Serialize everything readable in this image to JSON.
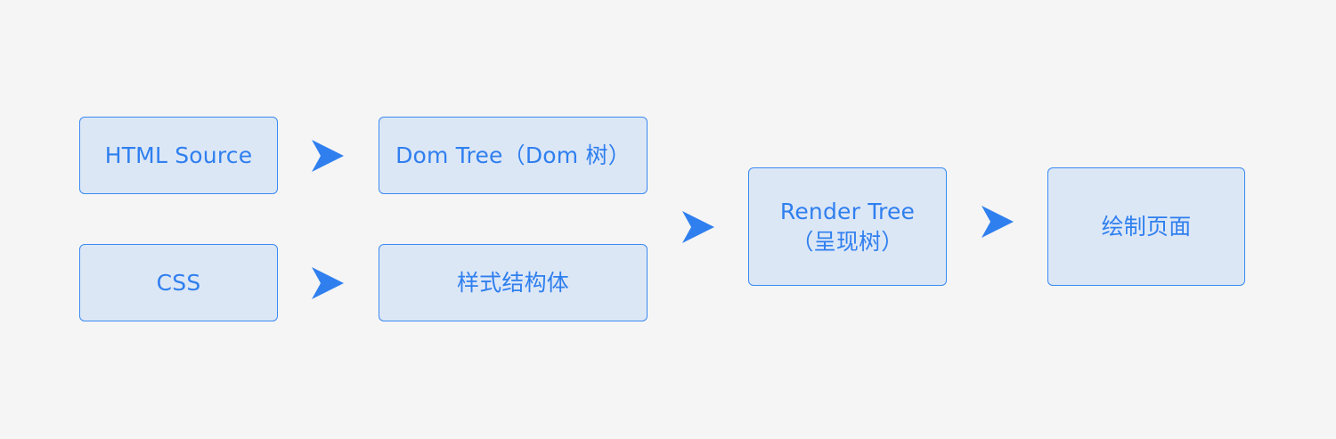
{
  "nodes": {
    "html_source": "HTML Source",
    "css": "CSS",
    "dom_tree": "Dom Tree（Dom 树）",
    "style_struct": "样式结构体",
    "render_tree_line1": "Render Tree",
    "render_tree_line2": "（呈现树）",
    "paint_page": "绘制页面"
  },
  "colors": {
    "background": "#f5f5f5",
    "node_fill": "#dce7f6",
    "node_border": "#3a8af2",
    "text": "#2f7fef",
    "arrow": "#2f7fef"
  },
  "icons": {
    "arrow": "arrow-right-icon"
  }
}
